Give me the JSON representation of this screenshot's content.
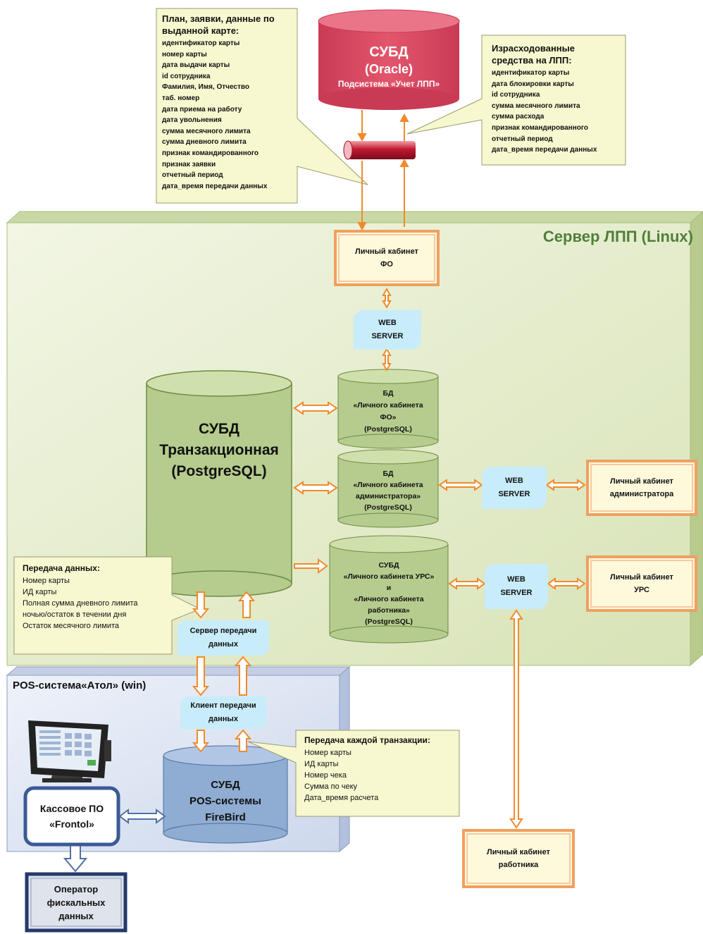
{
  "colors": {
    "arrow_orange": "#f08a2c",
    "oracle_red": "#d6455e",
    "server_green": "#e4eccb",
    "db_green": "#b7cd8e",
    "pos_blue": "#dbe4f3",
    "firebird_blue": "#8facd2",
    "note_yellow": "#f8f8d0",
    "web_server_blue": "#c8ecfa",
    "cabinet_fill": "#fff9dc",
    "cabinet_border": "#f0a060"
  },
  "notes": {
    "plan": {
      "head": "План, заявки, данные по выданной карте:",
      "items": [
        "идентификатор карты",
        "номер карты",
        "дата выдачи карты",
        "id сотрудника",
        "Фамилия, Имя, Отчество",
        "таб. номер",
        "дата приема на работу",
        "дата увольнения",
        "сумма месячного лимита",
        "сумма дневного лимита",
        "признак командированного",
        "признак заявки",
        "отчетный период",
        "дата_время передачи данных"
      ]
    },
    "spent": {
      "head": "Израсходованные средства на ЛПП:",
      "items": [
        "идентификатор карты",
        "дата блокировки карты",
        "id сотрудника",
        "сумма месячного лимита",
        "сумма расхода",
        "признак командированного",
        "отчетный период",
        "дата_время передачи данных"
      ]
    },
    "transfer": {
      "head": "Передача данных:",
      "items": [
        "Номер карты",
        "ИД карты",
        "Полная сумма дневного лимита ночью/остаток в течении дня",
        "Остаток месячного лимита"
      ]
    },
    "each_transaction": {
      "head": "Передача каждой транзакции:",
      "items": [
        "Номер карты",
        "ИД карты",
        "Номер чека",
        "Сумма по чеку",
        "Дата_время расчета"
      ]
    }
  },
  "oracle": {
    "line1": "СУБД",
    "line2": "(Oracle)",
    "line3": "Подсистема «Учет ЛПП»"
  },
  "server": {
    "title": "Сервер ЛПП (Linux)"
  },
  "cabinets": {
    "fo": {
      "line1": "Личный кабинет",
      "line2": "ФО"
    },
    "admin": {
      "line1": "Личный кабинет",
      "line2": "администратора"
    },
    "urs": {
      "line1": "Личный кабинет",
      "line2": "УРС"
    },
    "worker": {
      "line1": "Личный кабинет",
      "line2": "работника"
    }
  },
  "web_server": {
    "line1": "WEB",
    "line2": "SERVER"
  },
  "databases": {
    "transactional": {
      "line1": "СУБД",
      "line2": "Транзакционная",
      "line3": "(PostgreSQL)"
    },
    "fo": {
      "lines": [
        "БД",
        "«Личного кабинета",
        "ФО»",
        "(PostgreSQL)"
      ]
    },
    "admin": {
      "lines": [
        "БД",
        "«Личного кабинета",
        "администратора»",
        "(PostgreSQL)"
      ]
    },
    "urs": {
      "lines": [
        "СУБД",
        "«Личного кабинета УРС»",
        "и",
        "«Личного кабинета",
        "работника»",
        "(PostgreSQL)"
      ]
    },
    "firebird": {
      "line1": "СУБД",
      "line2": "POS-системы",
      "line3": "FireBird"
    }
  },
  "transfer_server": {
    "line1": "Сервер передачи",
    "line2": "данных"
  },
  "transfer_client": {
    "line1": "Клиент передачи",
    "line2": "данных"
  },
  "pos": {
    "title": "POS-система«Атол» (win)"
  },
  "frontol": {
    "line1": "Кассовое ПО",
    "line2": "«Frontol»"
  },
  "ofd": {
    "line1": "Оператор",
    "line2": "фискальных",
    "line3": "данных"
  }
}
